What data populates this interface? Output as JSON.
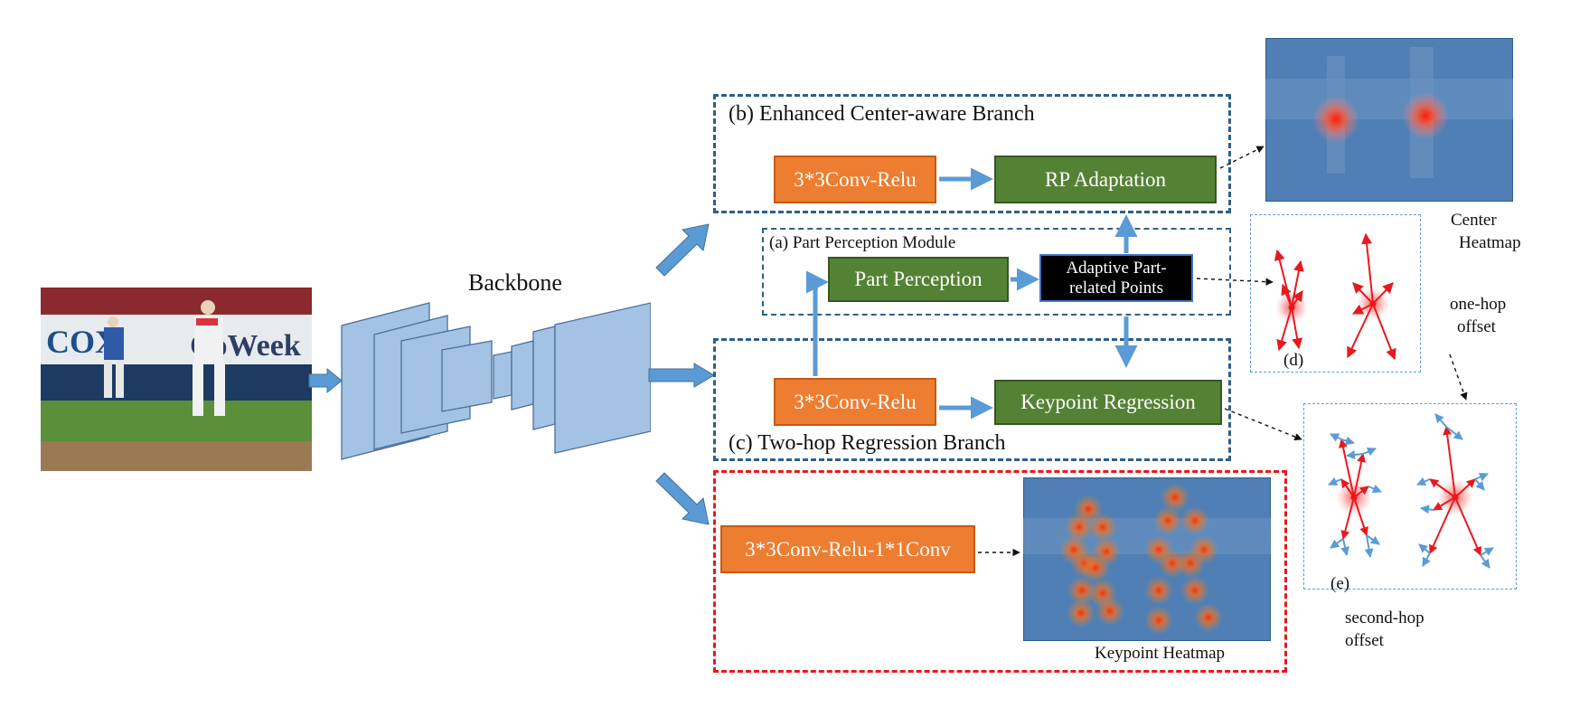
{
  "backbone_label": "Backbone",
  "branch_b": {
    "title": "(b) Enhanced Center-aware Branch",
    "conv": "3*3Conv-Relu",
    "adapt": "RP Adaptation"
  },
  "module_a": {
    "title": "(a) Part Perception Module",
    "part": "Part Perception",
    "adaptive_line1": "Adaptive Part-",
    "adaptive_line2": "related Points"
  },
  "branch_c": {
    "title": "(c) Two-hop Regression Branch",
    "conv": "3*3Conv-Relu",
    "regress": "Keypoint Regression"
  },
  "heatmap_branch": {
    "conv": "3*3Conv-Relu-1*1Conv",
    "caption": "Keypoint Heatmap"
  },
  "center_heatmap": {
    "line1": "Center",
    "line2": "Heatmap"
  },
  "panel_d": {
    "label": "(d)"
  },
  "one_hop": {
    "line1": "one-hop",
    "line2": "offset"
  },
  "panel_e": {
    "label": "(e)"
  },
  "second_hop": {
    "line1": "second-hop",
    "line2": "offset"
  },
  "colors": {
    "blue_dash": "#2e5f8a",
    "red_dash": "#e8191d",
    "arrow_blue": "#5b9bd5",
    "orange": "#ed7d31",
    "green": "#548235",
    "skeleton_red": "#e8191d"
  }
}
